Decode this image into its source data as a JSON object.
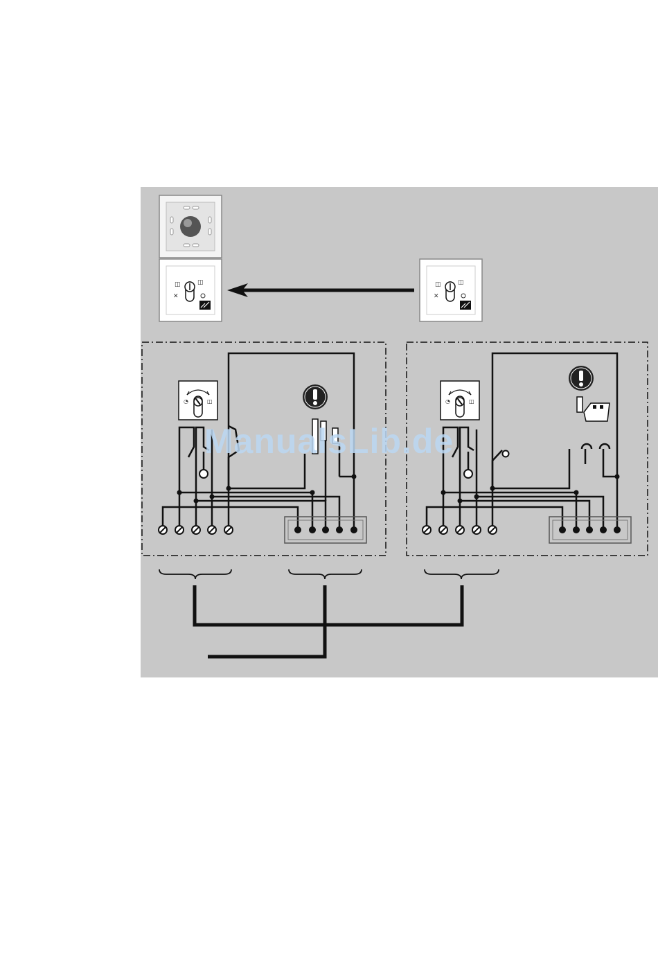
{
  "watermark": {
    "text": "ManualsLib.de"
  },
  "colors": {
    "panel_bg": "#c8c8c8",
    "line": "#111111",
    "device_face": "#ffffff"
  },
  "icons": [
    "motion-sensor-device-icon",
    "key-switch-device-icon",
    "remote-key-switch-device-icon",
    "keyswitch-symbol-icon",
    "warning-exclamation-icon",
    "jumper-icon",
    "connector-block-icon",
    "screw-terminal-icon",
    "clamp-terminal-icon"
  ],
  "modules": [
    {
      "name": "left-module",
      "screw_terminals": 5,
      "clamp_terminals": 5
    },
    {
      "name": "right-module",
      "screw_terminals": 5,
      "clamp_terminals": 5
    }
  ]
}
